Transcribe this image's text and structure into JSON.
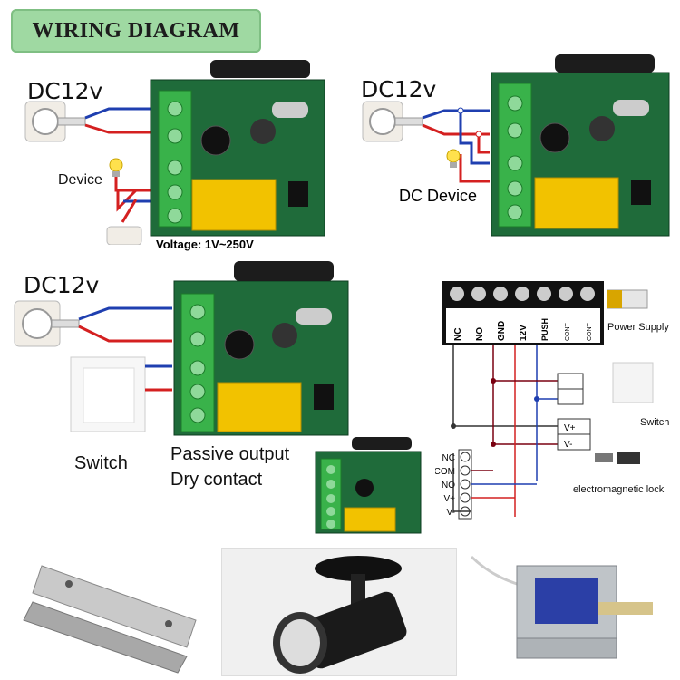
{
  "title": "WIRING DIAGRAM",
  "panel1": {
    "supply_label": "DC12v",
    "device_label": "Device",
    "voltage_note": "Voltage: 1V~250V"
  },
  "panel2": {
    "supply_label": "DC12v",
    "device_label": "DC Device"
  },
  "panel3": {
    "supply_label": "DC12v",
    "switch_label": "Switch",
    "output_line1": "Passive output",
    "output_line2": "Dry contact"
  },
  "panel4": {
    "terminals": [
      "NC",
      "NO",
      "GND",
      "12V",
      "PUSH",
      "CONT",
      "CONT"
    ],
    "power_supply_label": "Power Supply",
    "switch_label": "Switch",
    "lock_label": "electromagnetic lock",
    "relay_terminals": [
      "NC",
      "COM",
      "NO",
      "V+",
      "V-"
    ],
    "vplus": "V+",
    "vminus": "V-"
  },
  "photos": [
    "magnetic-lock",
    "spotlight",
    "solenoid-lock"
  ],
  "colors": {
    "title_bg": "#9fd9a2",
    "wire_red": "#d42020",
    "wire_blue": "#1f3fb0",
    "board_green": "#1f6b3a",
    "relay_yellow": "#f2c200"
  }
}
